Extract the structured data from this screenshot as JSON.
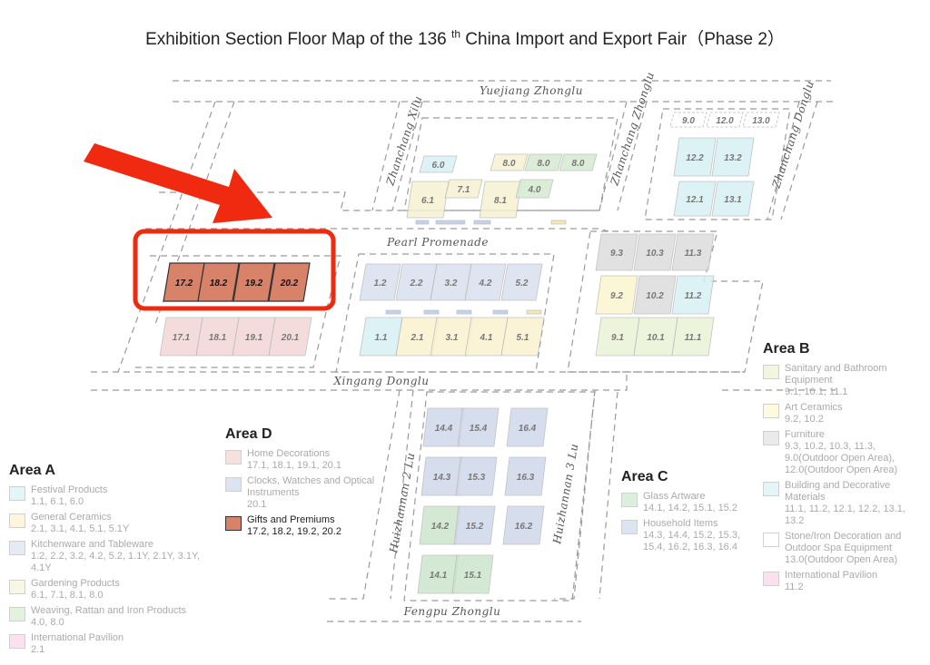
{
  "title": {
    "prefix": "Exhibition Section Floor Map of the 136",
    "sup": "th",
    "suffix": " China Import and Export Fair（Phase 2）"
  },
  "roads": {
    "yuejiang": "Yuejiang Zhonglu",
    "zhanchang_xilu": "Zhanchang Xilu",
    "zhanchang_zhonglu": "Zhanchang Zhonglu",
    "zhanchang_donglu": "Zhanchang Donglu",
    "pearl": "Pearl Promenade",
    "xingang": "Xingang Donglu",
    "huizhannan2": "Huizhannan 2 Lu",
    "huizhannan3": "Huizhannan 3 Lu",
    "fengpu": "Fengpu Zhonglu"
  },
  "halls": {
    "h60": "6.0",
    "h80a": "8.0",
    "h80b": "8.0",
    "h80c": "8.0",
    "h61": "6.1",
    "h71": "7.1",
    "h81": "8.1",
    "h40": "4.0",
    "h90": "9.0",
    "h120": "12.0",
    "h130": "13.0",
    "h122": "12.2",
    "h132": "13.2",
    "h121": "12.1",
    "h131": "13.1",
    "h172": "17.2",
    "h182": "18.2",
    "h192": "19.2",
    "h202": "20.2",
    "h171": "17.1",
    "h181": "18.1",
    "h191": "19.1",
    "h201": "20.1",
    "h12": "1.2",
    "h22": "2.2",
    "h32": "3.2",
    "h42": "4.2",
    "h52": "5.2",
    "h11": "1.1",
    "h21": "2.1",
    "h31": "3.1",
    "h41": "4.1",
    "h51": "5.1",
    "h93": "9.3",
    "h103": "10.3",
    "h113": "11.3",
    "h92": "9.2",
    "h102": "10.2",
    "h112": "11.2",
    "h91": "9.1",
    "h101": "10.1",
    "h111": "11.1",
    "h144": "14.4",
    "h154": "15.4",
    "h164": "16.4",
    "h143": "14.3",
    "h153": "15.3",
    "h163": "16.3",
    "h142": "14.2",
    "h152": "15.2",
    "h162": "16.2",
    "h141": "14.1",
    "h151": "15.1"
  },
  "areaA": {
    "title": "Area A",
    "items": [
      {
        "name": "Festival Products",
        "halls": "1.1, 6.1, 6.0",
        "color": "#cdeef2"
      },
      {
        "name": "General Ceramics",
        "halls": "2.1, 3.1, 4.1, 5.1, 5.1Y",
        "color": "#fdf0c4"
      },
      {
        "name": "Kitchenware and Tableware",
        "halls": "1.2, 2.2, 3.2, 4.2, 5.2, 1.1Y, 2.1Y, 3.1Y, 4.1Y",
        "color": "#d3dcea"
      },
      {
        "name": "Gardening Products",
        "halls": "6.1, 7.1, 8.1, 8.0",
        "color": "#f4f0cf"
      },
      {
        "name": "Weaving, Rattan and Iron Products",
        "halls": "4.0, 8.0",
        "color": "#cde6c6"
      },
      {
        "name": "International Pavilion",
        "halls": "2.1",
        "color": "#f6c9e0"
      }
    ]
  },
  "areaD": {
    "title": "Area D",
    "items": [
      {
        "name": "Home Decorations",
        "halls": "17.1, 18.1, 19.1, 20.1",
        "color": "#f0c9c9"
      },
      {
        "name": "Clocks, Watches and Optical Instruments",
        "halls": "20.1",
        "color": "#c2cfe6"
      },
      {
        "name": "Gifts and Premiums",
        "halls": "17.2, 18.2, 19.2, 20.2",
        "color": "#d9826a"
      }
    ]
  },
  "areaC": {
    "title": "Area C",
    "items": [
      {
        "name": "Glass Artware",
        "halls": "14.1, 14.2, 15.1, 15.2",
        "color": "#bfe3c4"
      },
      {
        "name": "Household Items",
        "halls": "14.3, 14.4, 15.2, 15.3, 15.4, 16.2, 16.3, 16.4",
        "color": "#c2cfe6"
      }
    ]
  },
  "areaB": {
    "title": "Area B",
    "items": [
      {
        "name": "Sanitary and Bathroom Equipment",
        "halls": "9.1, 10.1, 11.1",
        "color": "#e7f0c4"
      },
      {
        "name": "Art Ceramics",
        "halls": "9.2, 10.2",
        "color": "#fdf6c4"
      },
      {
        "name": "Furniture",
        "halls": "9.3, 10.2, 10.3, 11.3, 9.0(Outdoor Open Area), 12.0(Outdoor Open Area)",
        "color": "#d9d9d9"
      },
      {
        "name": "Building and Decorative Materials",
        "halls": "11.1, 11.2, 12.1, 12.2, 13.1, 13.2",
        "color": "#cdeef2"
      },
      {
        "name": "Stone/Iron Decoration and Outdoor Spa Equipment",
        "halls": "13.0(Outdoor Open Area)",
        "color": "#ffffff"
      },
      {
        "name": "International Pavilion",
        "halls": "11.2",
        "color": "#f6c9e0"
      }
    ]
  }
}
